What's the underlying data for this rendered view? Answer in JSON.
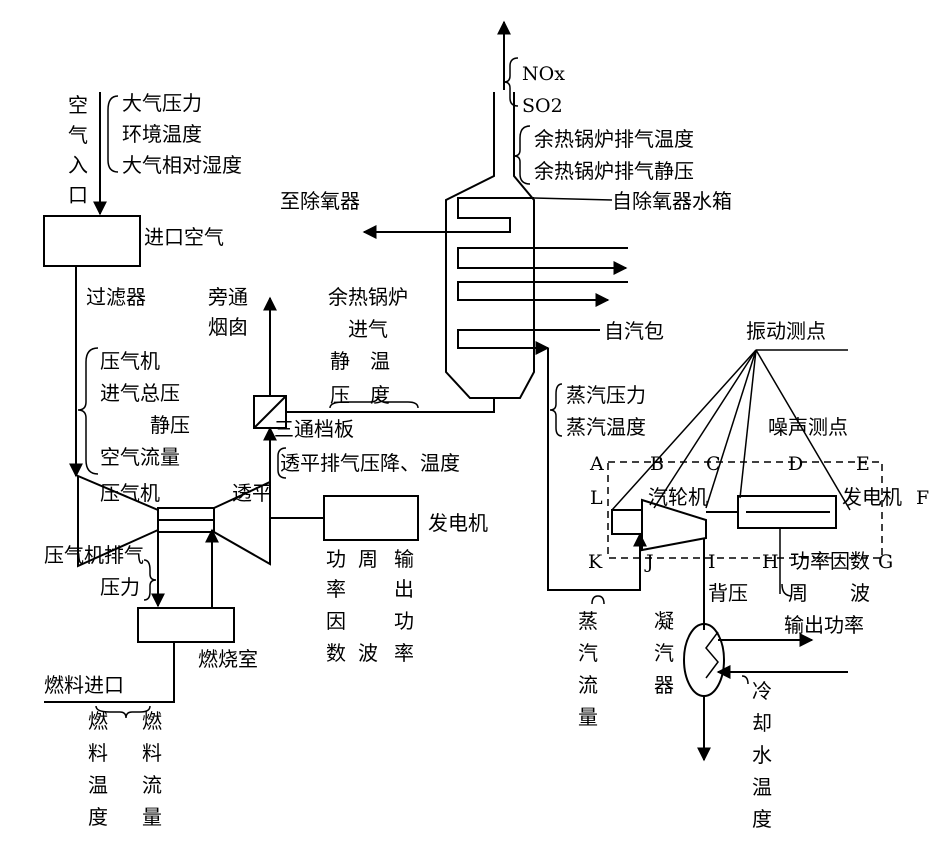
{
  "air_inlet": "空气入口",
  "atmo_pressure": "大气压力",
  "ambient_temp": "环境温度",
  "atmo_humidity": "大气相对湿度",
  "inlet_air": "进口空气",
  "filter": "过滤器",
  "comp_inlet_static1": "压气机",
  "comp_inlet_static2": "进气总压",
  "comp_inlet_static3": "静压",
  "air_flow": "空气流量",
  "compressor": "压气机",
  "comp_exhaust_pressure1": "压气机排气",
  "comp_exhaust_pressure2": "压力",
  "combustor": "燃烧室",
  "fuel_inlet": "燃料进口",
  "fuel_temp": "燃料温度",
  "fuel_flow": "燃料流量",
  "turbine": "透平",
  "turbine_exhaust": "透平排气压降、温度",
  "bypass_stack1": "旁通",
  "bypass_stack2": "烟囱",
  "three_way_damper": "三通档板",
  "hrsg_inlet1": "余热锅炉",
  "hrsg_inlet2": "进气",
  "hrsg_inlet3": "静　温",
  "hrsg_inlet4": "压　度",
  "generator1": "发电机",
  "gen1_power_factor": "功率因数",
  "gen1_frequency": "周波",
  "gen1_output": "输出功率",
  "nox": "NOx",
  "so2": "SO2",
  "hrsg_exhaust_temp": "余热锅炉排气温度",
  "hrsg_exhaust_static": "余热锅炉排气静压",
  "to_deaerator": "至除氧器",
  "from_deaerator_tank": "自除氧器水箱",
  "from_drum": "自汽包",
  "steam_pressure": "蒸汽压力",
  "steam_temp": "蒸汽温度",
  "vibration_points": "振动测点",
  "noise_points": "噪声测点",
  "steam_turbine": "汽轮机",
  "generator2": "发电机",
  "point_A": "A",
  "point_B": "B",
  "point_C": "C",
  "point_D": "D",
  "point_E": "E",
  "point_F": "F",
  "point_G": "G",
  "point_H": "H",
  "point_I": "I",
  "point_J": "J",
  "point_K": "K",
  "point_L": "L",
  "gen2_power_factor": "功率因数",
  "gen2_frequency1": "周",
  "gen2_frequency2": "波",
  "gen2_output": "输出功率",
  "back_pressure": "背压",
  "steam_flow": "蒸汽流量",
  "condenser": "凝汽器",
  "cooling_water_temp": "冷却水温度"
}
